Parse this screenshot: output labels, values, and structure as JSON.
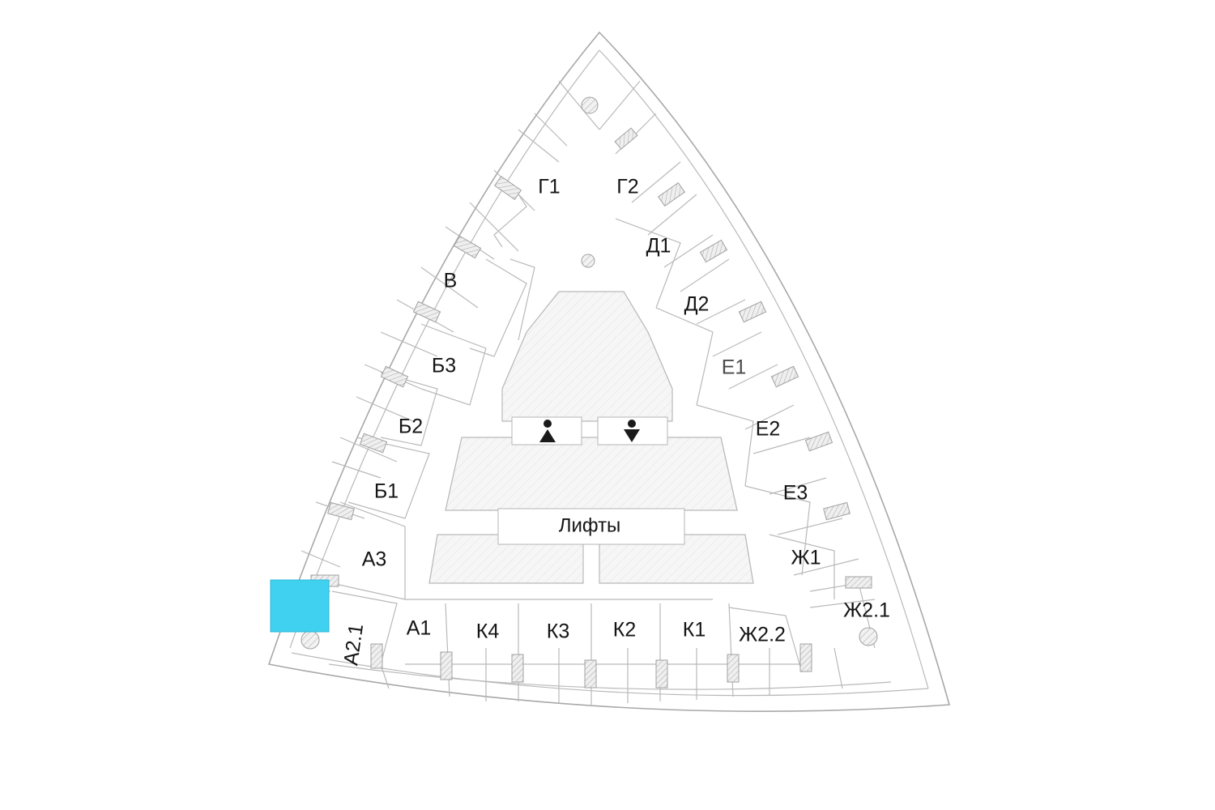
{
  "plan": {
    "rooms": {
      "g1": "Г1",
      "g2": "Г2",
      "d1": "Д1",
      "d2": "Д2",
      "v": "В",
      "b3": "Б3",
      "b2": "Б2",
      "b1": "Б1",
      "a3": "А3",
      "a1": "А1",
      "a21": "А2.1",
      "k4": "К4",
      "k3": "К3",
      "k2": "К2",
      "k1": "К1",
      "zh22": "Ж2.2",
      "zh21": "Ж2.1",
      "zh1": "Ж1",
      "e1": "Е1",
      "e2": "Е2",
      "e3": "Е3"
    },
    "core_label": "Лифты",
    "highlight_color": "#40d1f0",
    "icons": {
      "wc_male": "male-wc-icon",
      "wc_female": "female-wc-icon"
    }
  }
}
